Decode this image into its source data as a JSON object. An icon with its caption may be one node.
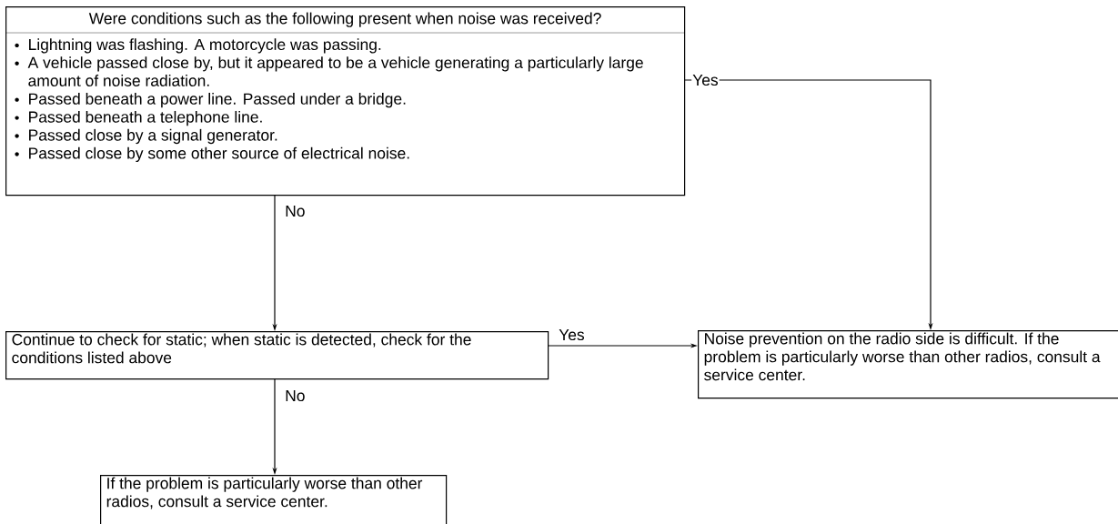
{
  "diagram": {
    "nodes": [
      {
        "text": [
          "Were conditions such as the following present when noise was received?",
          "Lightning was flashing. A motorcycle was passing.",
          "A vehicle passed close by, but it appeared to be a vehicle generating a particularly large amount of noise radiation.",
          "Passed beneath a power line. Passed under a bridge.",
          "Passed beneath a telephone line.",
          "Passed close by a signal generator.",
          "Passed close by some other source of electrical noise."
        ]
      },
      {
        "text": [
          "Continue to check for static; when static is detected, check for the conditions listed above"
        ]
      },
      {
        "text": [
          "Noise prevention on the radio side is difficult. If the problem is particularly worse than other radios, consult a service center."
        ]
      },
      {
        "text": [
          "If the problem is particularly worse than other radios, consult a service center."
        ]
      }
    ],
    "edges": [
      {
        "from": 0,
        "to": 1,
        "arrow": "to",
        "label": "No"
      },
      {
        "from": 0,
        "to": 2,
        "arrow": "to",
        "label": "Yes"
      },
      {
        "from": 1,
        "to": 2,
        "arrow": "to",
        "label": "Yes"
      },
      {
        "from": 1,
        "to": 3,
        "arrow": "to",
        "label": "No"
      }
    ]
  }
}
